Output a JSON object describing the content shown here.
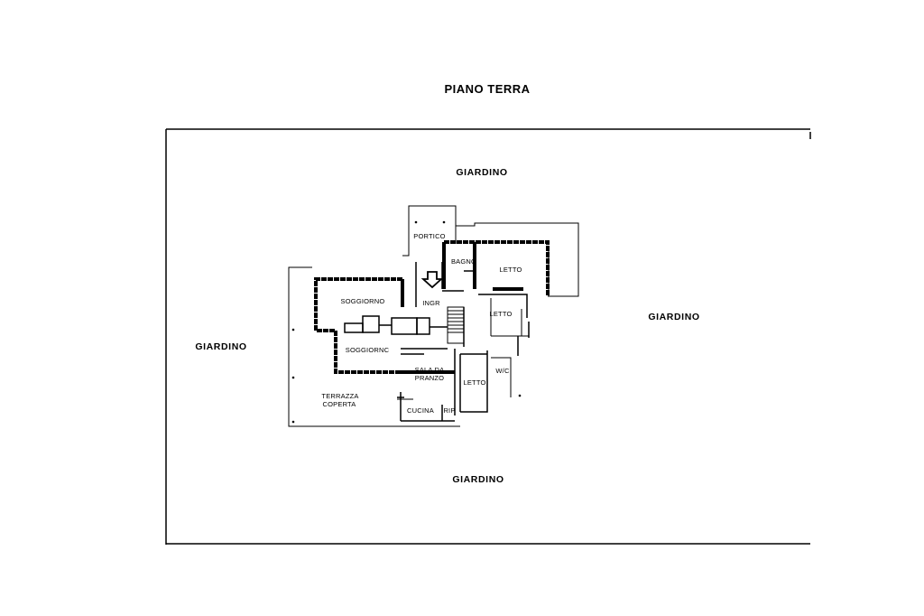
{
  "title": "PIANO TERRA",
  "garden": {
    "north": "GIARDINO",
    "east": "GIARDINO",
    "west": "GIARDINO",
    "south": "GIARDINO"
  },
  "rooms": {
    "portico": "PORTICO",
    "bagno": "BAGNO",
    "letto_1": "LETTO",
    "soggiorno_1": "SOGGIORNO",
    "ingresso": "INGR",
    "letto_2": "LETTO",
    "soggiorno_2": "SOGGIORNC",
    "sala_pranzo_1": "SALA DA",
    "sala_pranzo_2": "PRANZO",
    "wc": "W/C",
    "letto_3": "LETTO",
    "terrazza_1": "TERRAZZA",
    "terrazza_2": "COPERTA",
    "cucina": "CUCINA",
    "rip": "RIP"
  }
}
